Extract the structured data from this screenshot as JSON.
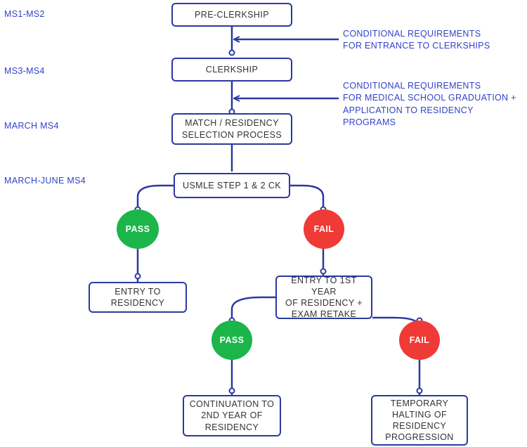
{
  "colors": {
    "line": "#2b3a9f",
    "label": "#3043c8",
    "pass": "#1bb54a",
    "fail": "#f03a35"
  },
  "stages": {
    "ms1_ms2": "MS1-MS2",
    "ms3_ms4": "MS3-MS4",
    "march_ms4": "MARCH MS4",
    "march_june_ms4": "MARCH-JUNE MS4"
  },
  "notes": {
    "clerkship_requirements": "CONDITIONAL REQUIREMENTS\nFOR ENTRANCE TO CLERKSHIPS",
    "graduation_requirements": "CONDITIONAL REQUIREMENTS\nFOR MEDICAL SCHOOL GRADUATION +\nAPPLICATION TO RESIDENCY PROGRAMS"
  },
  "nodes": {
    "pre_clerkship": "PRE-CLERKSHIP",
    "clerkship": "CLERKSHIP",
    "match": "MATCH / RESIDENCY\nSELECTION PROCESS",
    "usmle": "USMLE STEP 1 & 2 CK",
    "pass_1": "PASS",
    "fail_1": "FAIL",
    "entry_residency": "ENTRY TO\nRESIDENCY",
    "entry_first_year": "ENTRY TO 1ST YEAR\nOF RESIDENCY +\nEXAM RETAKE",
    "pass_2": "PASS",
    "fail_2": "FAIL",
    "continuation": "CONTINUATION TO\n2ND YEAR OF\nRESIDENCY",
    "halting": "TEMPORARY\nHALTING OF\nRESIDENCY\nPROGRESSION"
  }
}
